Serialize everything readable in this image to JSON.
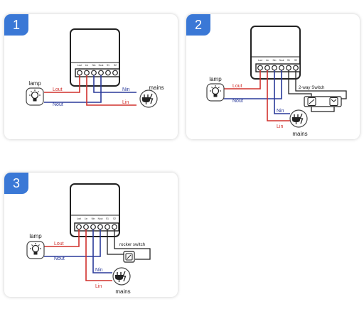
{
  "colors": {
    "badge": "#3a78d6",
    "live": "#d0302c",
    "neutral": "#2a3a9a",
    "line": "#222222"
  },
  "panels": [
    {
      "number": "1",
      "device": {
        "terminal_labels": [
          "Lout",
          "Lin",
          "Nin",
          "Nout",
          "S1",
          "S2"
        ]
      },
      "lamp": {
        "label": "lamp",
        "icon": "lightbulb-icon"
      },
      "mains": {
        "label": "mains",
        "icon": "plug-icon"
      },
      "wires": {
        "lout": "Lout",
        "nout": "Nout",
        "nin": "Nin",
        "lin": "Lin"
      }
    },
    {
      "number": "2",
      "device": {
        "terminal_labels": [
          "Lout",
          "Lin",
          "Nin",
          "Nout",
          "S1",
          "S2"
        ]
      },
      "lamp": {
        "label": "lamp",
        "icon": "lightbulb-icon"
      },
      "mains": {
        "label": "mains",
        "icon": "plug-icon"
      },
      "switch": {
        "label": "2-way Switch",
        "icon": "two-way-switch-icon"
      },
      "wires": {
        "lout": "Lout",
        "nout": "Nout",
        "nin": "Nin",
        "lin": "Lin"
      }
    },
    {
      "number": "3",
      "device": {
        "terminal_labels": [
          "Lout",
          "Lin",
          "Nin",
          "Nout",
          "S1",
          "S2"
        ]
      },
      "lamp": {
        "label": "lamp",
        "icon": "lightbulb-icon"
      },
      "mains": {
        "label": "mains",
        "icon": "plug-icon"
      },
      "switch": {
        "label": "rocker switch",
        "icon": "rocker-switch-icon"
      },
      "wires": {
        "lout": "Lout",
        "nout": "Nout",
        "nin": "Nin",
        "lin": "Lin"
      }
    }
  ]
}
